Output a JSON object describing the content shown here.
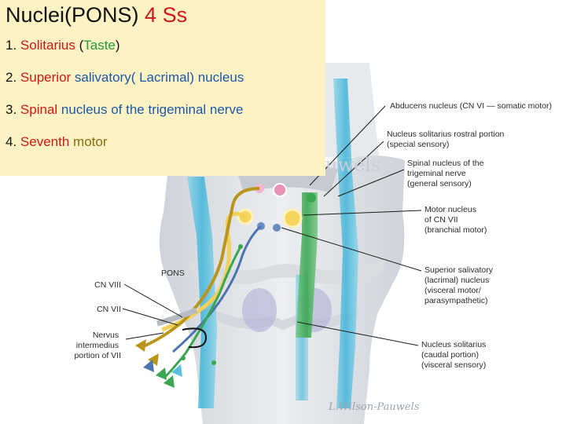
{
  "note": {
    "title_main": "Nuclei(PONS)",
    "title_count": "4 Ss",
    "items": [
      {
        "num": "1.",
        "parts": [
          {
            "text": "Solitarius",
            "color": "#d01818"
          },
          {
            "text": " (",
            "color": "#111111"
          },
          {
            "text": "Taste",
            "color": "#1e9a3c"
          },
          {
            "text": ")",
            "color": "#111111"
          }
        ]
      },
      {
        "num": "2.",
        "parts": [
          {
            "text": "Superior",
            "color": "#d01818"
          },
          {
            "text": " salivatory( Lacrimal) nucleus",
            "color": "#1c58a8"
          }
        ]
      },
      {
        "num": "3.",
        "parts": [
          {
            "text": "Spinal",
            "color": "#d01818"
          },
          {
            "text": " nucleus of the trigeminal nerve",
            "color": "#1c58a8"
          }
        ]
      },
      {
        "num": "4.",
        "parts": [
          {
            "text": "Seventh",
            "color": "#d01818"
          },
          {
            "text": " motor",
            "color": "#8a6d12"
          }
        ]
      }
    ]
  },
  "labels": {
    "abducens": "Abducens nucleus (CN VI — somatic motor)",
    "solitarius_rostral": [
      "Nucleus solitarius rostral portion",
      "(special sensory)"
    ],
    "spinal_trigeminal": [
      "Spinal nucleus of the",
      "trigeminal nerve",
      "(general sensory)"
    ],
    "motor_vii": [
      "Motor nucleus",
      "of CN VII",
      "(branchial motor)"
    ],
    "superior_salivatory": [
      "Superior salivatory",
      "(lacrimal) nucleus",
      "(visceral motor/",
      "parasympathetic)"
    ],
    "solitarius_caudal": [
      "Nucleus solitarius",
      "(caudal portion)",
      "(visceral sensory)"
    ],
    "pons": "PONS",
    "cn_viii": "CN VIII",
    "cn_vii": "CN VII",
    "nervus_intermedius": [
      "Nervus",
      "intermedius",
      "portion of VII"
    ]
  },
  "watermark": "uwels",
  "signature": "L.Wilson-Pauwels",
  "colors": {
    "note_bg": "#fdf2c4",
    "red": "#d01818",
    "green": "#1e9a3c",
    "blue": "#1c58a8",
    "olive": "#8a6d12",
    "brainstem": "#e3e6ea",
    "tract_cyan": "#58c0dc",
    "tract_green": "#4cb060",
    "nucleus_pink": "#e890b8",
    "nucleus_yellow": "#f6d55e",
    "nucleus_blue": "#6a8cc0"
  }
}
